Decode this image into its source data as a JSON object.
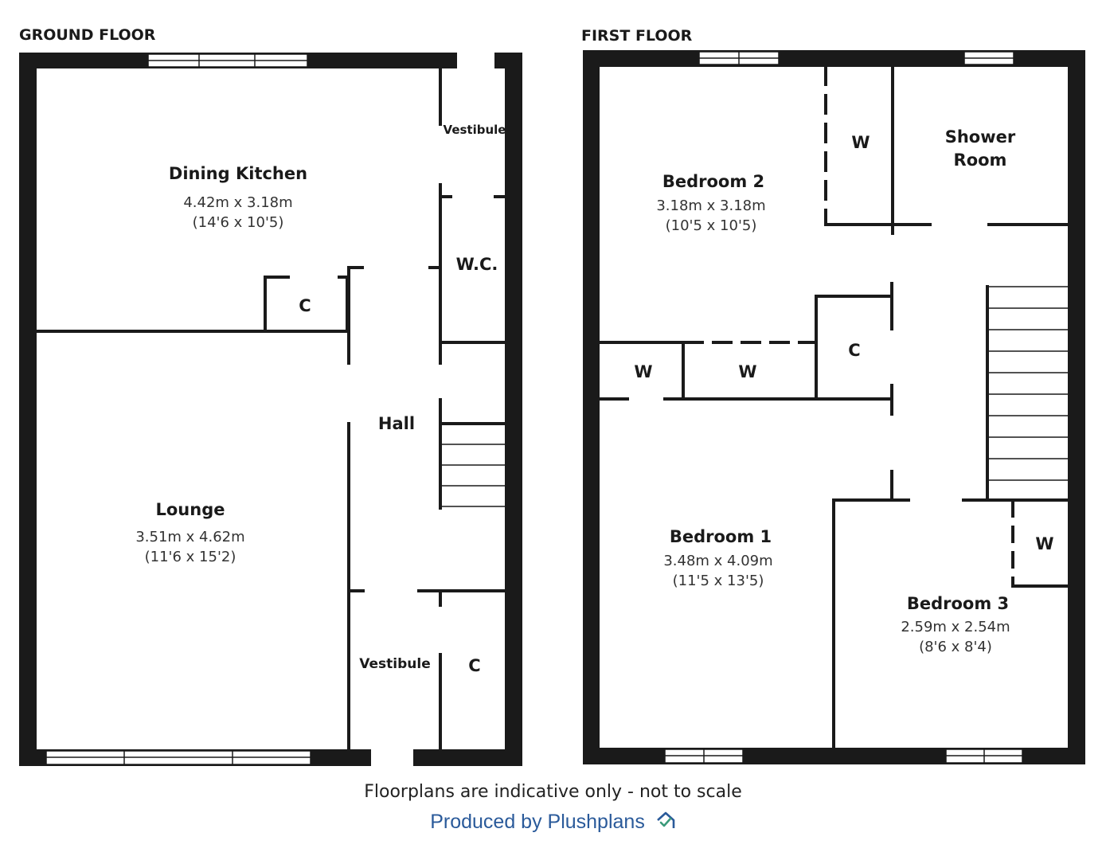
{
  "floors": {
    "ground": {
      "title": "GROUND FLOOR",
      "rooms": {
        "dining_kitchen": {
          "name": "Dining Kitchen",
          "metric": "4.42m x 3.18m",
          "imperial": "(14'6 x 10'5)"
        },
        "lounge": {
          "name": "Lounge",
          "metric": "3.51m x 4.62m",
          "imperial": "(11'6 x 15'2)"
        },
        "hall": {
          "name": "Hall"
        },
        "wc": {
          "name": "W.C."
        },
        "vestibule_top": {
          "name": "Vestibule"
        },
        "vestibule_bottom": {
          "name": "Vestibule"
        },
        "cupboard_1": {
          "name": "C"
        },
        "cupboard_2": {
          "name": "C"
        }
      }
    },
    "first": {
      "title": "FIRST FLOOR",
      "rooms": {
        "bedroom_2": {
          "name": "Bedroom 2",
          "metric": "3.18m x 3.18m",
          "imperial": "(10'5 x 10'5)"
        },
        "bedroom_1": {
          "name": "Bedroom 1",
          "metric": "3.48m x 4.09m",
          "imperial": "(11'5 x 13'5)"
        },
        "bedroom_3": {
          "name": "Bedroom 3",
          "metric": "2.59m x 2.54m",
          "imperial": "(8'6 x 8'4)"
        },
        "shower_room": {
          "name_line1": "Shower",
          "name_line2": "Room"
        },
        "wardrobe_1": {
          "name": "W"
        },
        "wardrobe_2": {
          "name": "W"
        },
        "wardrobe_3": {
          "name": "W"
        },
        "wardrobe_4": {
          "name": "W"
        },
        "cupboard": {
          "name": "C"
        }
      }
    }
  },
  "footer": {
    "note": "Floorplans are indicative only - not to scale",
    "credit": "Produced by Plushplans"
  },
  "colors": {
    "wall": "#1a1a1a",
    "credit": "#2a5a9a",
    "logo_accent": "#3a9a7a"
  }
}
